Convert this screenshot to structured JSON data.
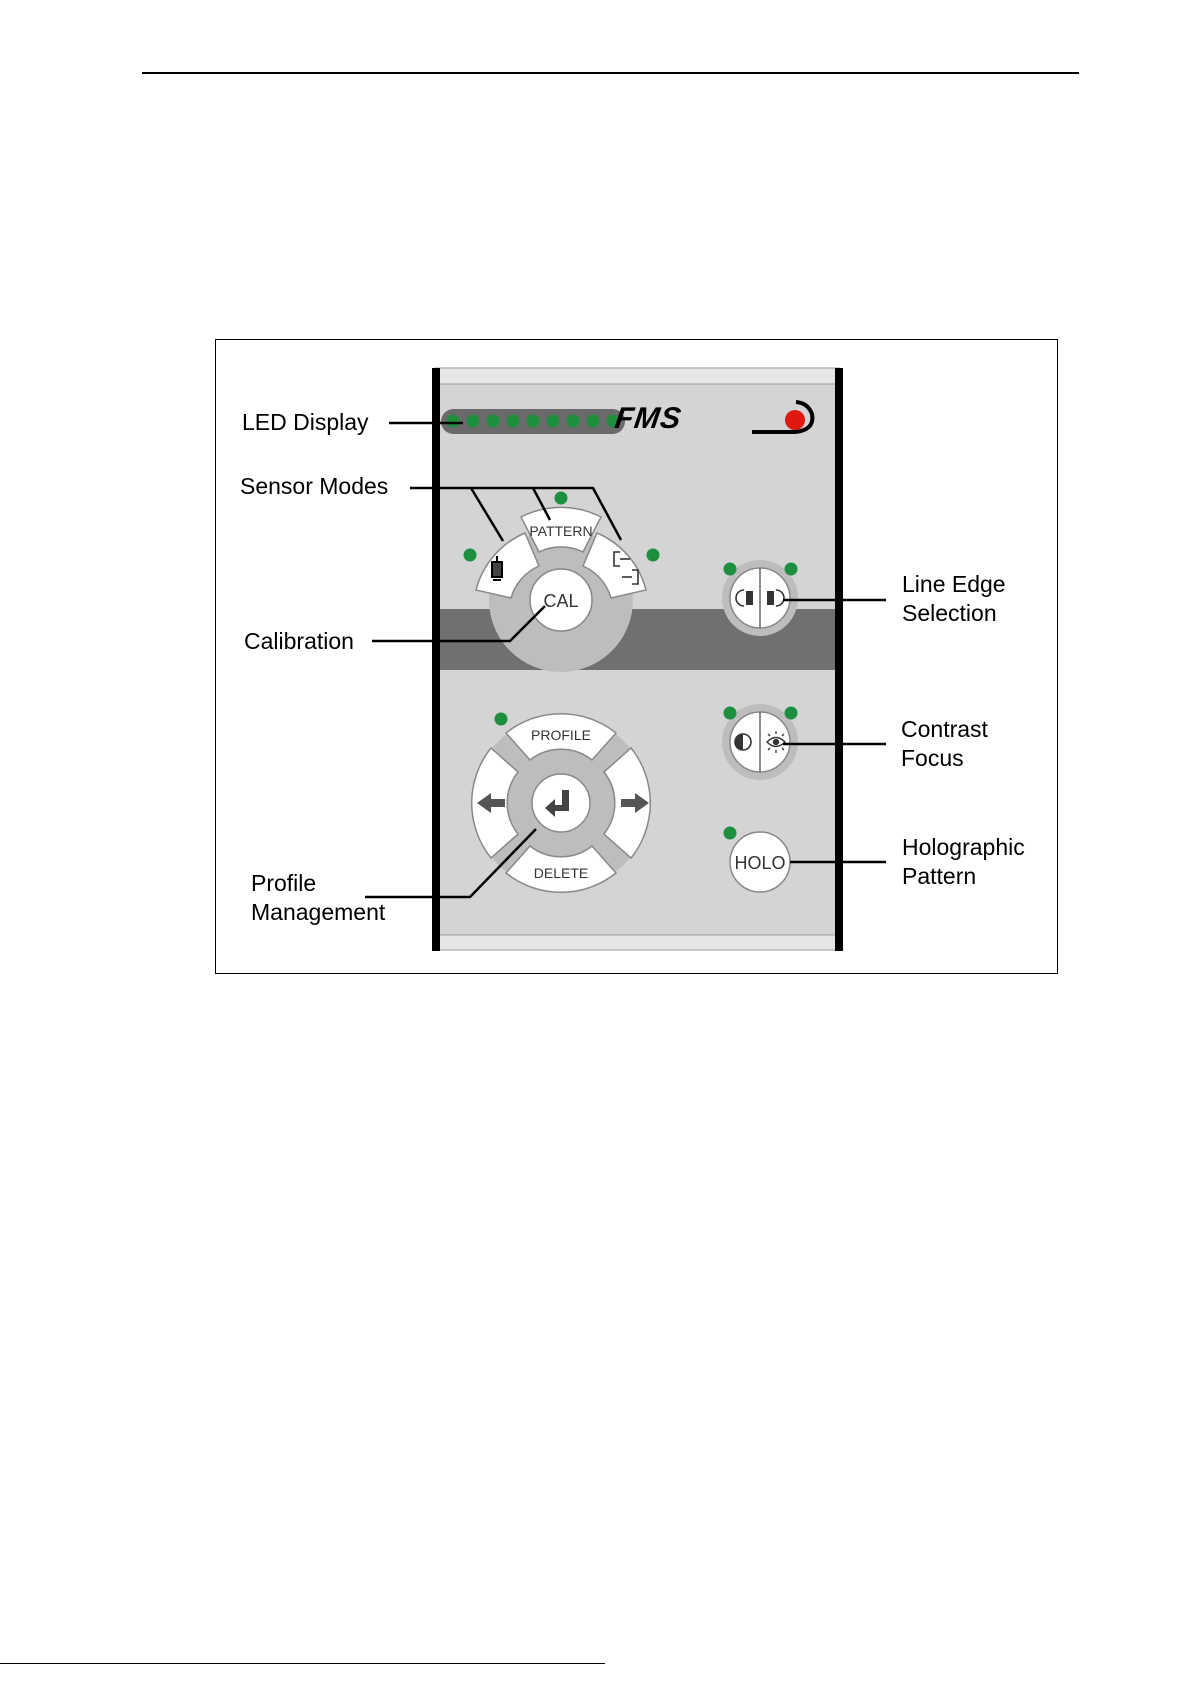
{
  "colors": {
    "panel_bg": "#d4d4d4",
    "dark_band": "#707070",
    "led_green": "#1e8f3e",
    "led_track": "#6a6a6a",
    "logo_red": "#e0190e",
    "button_face": "#ffffff",
    "frame": "#000000"
  },
  "logo": {
    "text": "FMS"
  },
  "led_display": {
    "count": 9
  },
  "callouts": {
    "led_display": "LED Display",
    "sensor_modes": "Sensor Modes",
    "calibration": "Calibration",
    "profile_management": [
      "Profile",
      "Management"
    ],
    "line_edge_selection": [
      "Line Edge",
      "Selection"
    ],
    "contrast_focus": [
      "Contrast",
      "Focus"
    ],
    "holographic_pattern": [
      "Holographic",
      "Pattern"
    ]
  },
  "buttons": {
    "pattern": "PATTERN",
    "cal": "CAL",
    "profile": "PROFILE",
    "delete": "DELETE",
    "holo": "HOLO"
  },
  "icons": {
    "mode_left": "single-sensor-icon",
    "mode_right": "dual-sensor-icon",
    "line_edge_left": "edge-left-icon",
    "line_edge_right": "edge-right-icon",
    "contrast": "contrast-icon",
    "focus": "eye-focus-icon",
    "enter": "enter-arrow-icon",
    "arrow_left": "arrow-left-icon",
    "arrow_right": "arrow-right-icon"
  }
}
